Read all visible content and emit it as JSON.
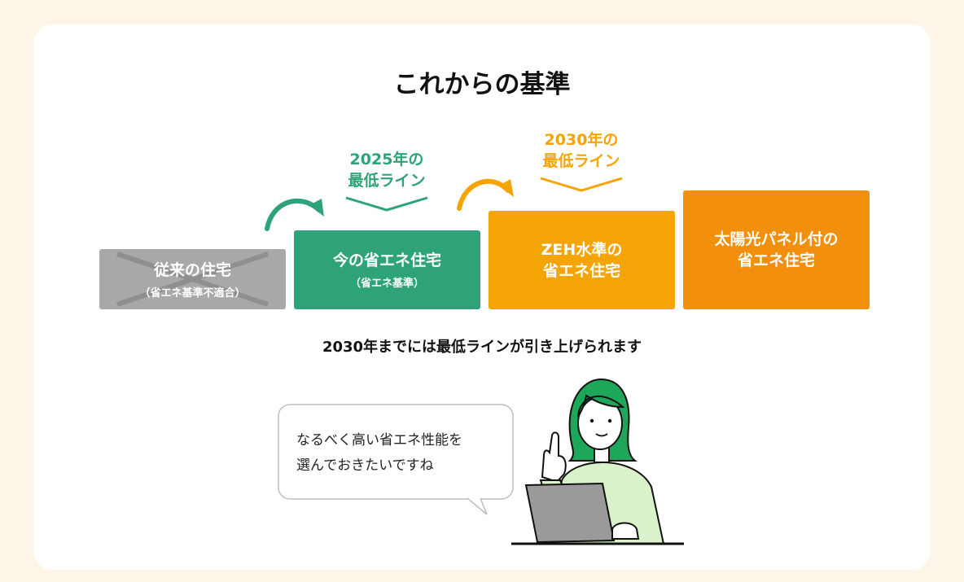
{
  "heading": "これからの基準",
  "blocks": [
    {
      "main": "従来の住宅",
      "sub": "（省エネ基準不適合）"
    },
    {
      "main": "今の省エネ住宅",
      "sub": "（省エネ基準）"
    },
    {
      "main_line1": "ZEH水準の",
      "main_line2": "省エネ住宅"
    },
    {
      "main_line1": "太陽光パネル付の",
      "main_line2": "省エネ住宅"
    }
  ],
  "line_labels": [
    {
      "line1": "2025年の",
      "line2": "最低ライン"
    },
    {
      "line1": "2030年の",
      "line2": "最低ライン"
    }
  ],
  "caption": "2030年までには最低ラインが引き上げられます",
  "speech": {
    "line1": "なるべく高い省エネ性能を",
    "line2": "選んでおきたいですね"
  },
  "colors": {
    "gray": "#a8a8a8",
    "green": "#2ea377",
    "yellow": "#f4a405",
    "orange": "#f28f0d",
    "background": "#fdf5e8"
  }
}
